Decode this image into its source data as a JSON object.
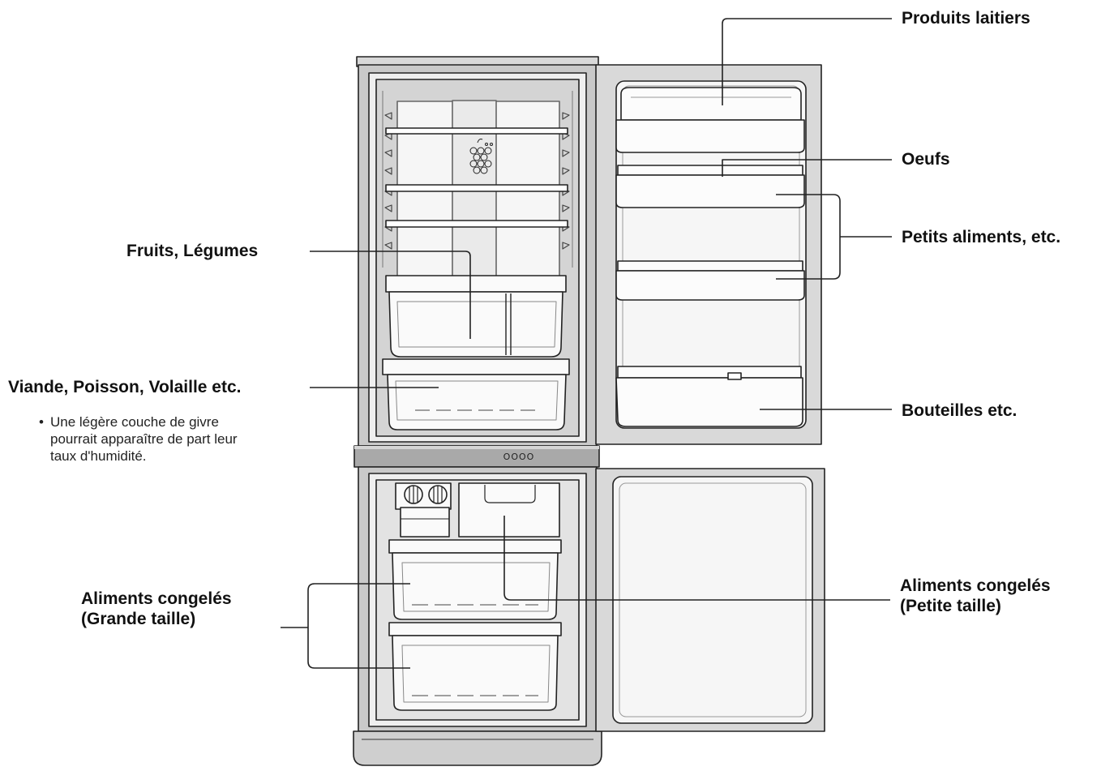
{
  "labels": {
    "dairy": "Produits laitiers",
    "eggs": "Oeufs",
    "small_foods": "Petits aliments, etc.",
    "fruits_veg": "Fruits, Légumes",
    "meat": "Viande, Poisson, Volaille etc.",
    "bottles": "Bouteilles etc.",
    "frozen_large_line1": "Aliments congelés",
    "frozen_large_line2": "(Grande taille)",
    "frozen_small_line1": "Aliments congelés",
    "frozen_small_line2": "(Petite taille)"
  },
  "note": {
    "bullet": "•",
    "line1": "Une légère couche de givre",
    "line2": "pourrait apparaître de part leur",
    "line3": "taux d'humidité."
  },
  "panel": {
    "indicator": "OOOO"
  },
  "colors": {
    "cabinet": "#c9c9c9",
    "interior": "#f2f2f2",
    "back_wall": "#d4d4d4",
    "divider": "#b0b0b0",
    "outline": "#222222"
  }
}
